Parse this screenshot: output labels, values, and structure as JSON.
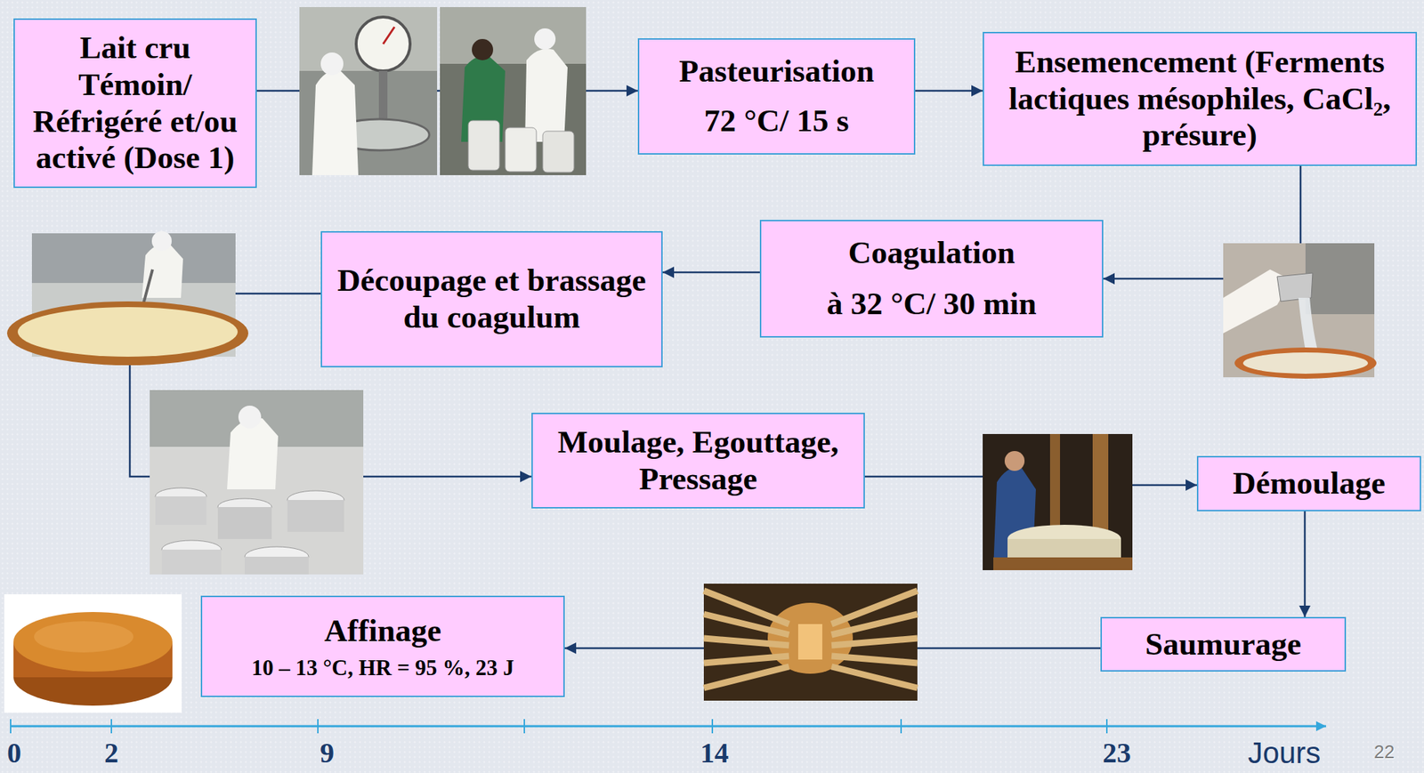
{
  "diagram": {
    "nodes": [
      {
        "text": [
          "Lait cru Témoin/ Réfrigéré et/ou activé (Dose 1)"
        ]
      },
      {
        "text": [
          "Pasteurisation",
          "72 °C/ 15 s"
        ]
      },
      {
        "text": [
          "Ensemencement (Ferments lactiques mésophiles, CaCl₂, présure)"
        ]
      },
      {
        "text": [
          "Coagulation",
          "à 32 °C/ 30 min"
        ]
      },
      {
        "text": [
          "Découpage et brassage du coagulum"
        ]
      },
      {
        "text": [
          "Moulage, Egouttage, Pressage"
        ]
      },
      {
        "text": [
          "Démoulage"
        ]
      },
      {
        "text": [
          "Saumurage"
        ]
      },
      {
        "text": [
          "Affinage",
          "10 – 13 °C, HR = 95 %, 23 J"
        ]
      }
    ],
    "edges": [
      {
        "from": 0,
        "to": 1,
        "arrow": "to"
      },
      {
        "from": 1,
        "to": 2,
        "arrow": "to"
      },
      {
        "from": 2,
        "to": 3,
        "arrow": "to"
      },
      {
        "from": 3,
        "to": 4,
        "arrow": "to"
      },
      {
        "from": 4,
        "to": 5,
        "arrow": "to"
      },
      {
        "from": 5,
        "to": 6,
        "arrow": "to"
      },
      {
        "from": 6,
        "to": 7,
        "arrow": "to"
      },
      {
        "from": 7,
        "to": 8,
        "arrow": "to"
      }
    ],
    "labels": [
      "0",
      "2",
      "9",
      "14",
      "23",
      "Jours",
      "22"
    ]
  }
}
